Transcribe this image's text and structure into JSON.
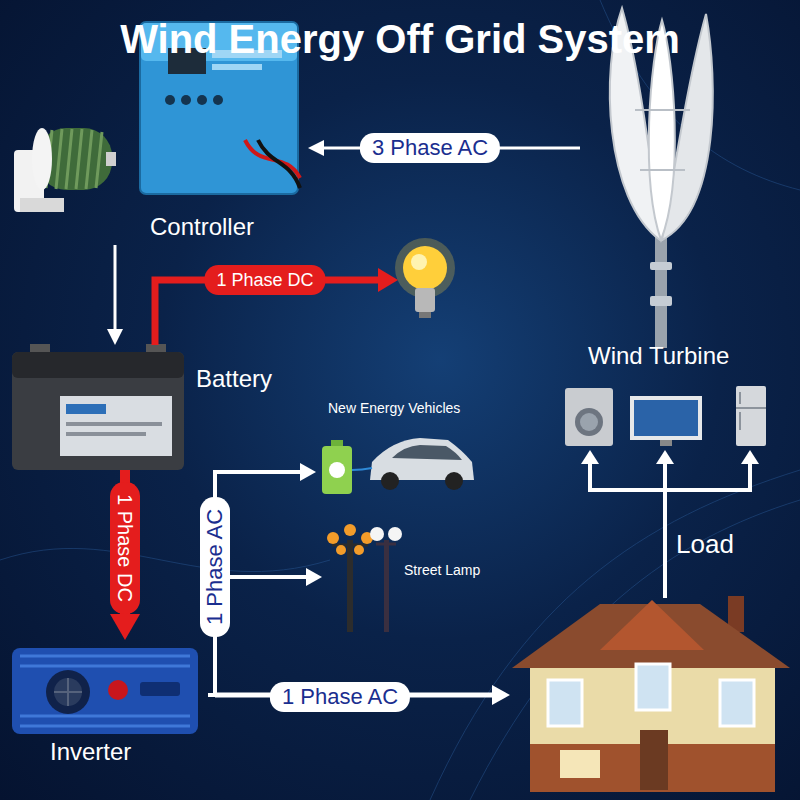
{
  "diagram": {
    "title": "Wind Energy Off Grid System",
    "nodes": [
      {
        "text": [
          "Controller"
        ]
      },
      {
        "text": [
          "Wind Turbine"
        ]
      },
      {
        "text": [
          "Battery"
        ]
      },
      {
        "text": [
          "New Energy Vehicles"
        ]
      },
      {
        "text": [
          "Street Lamp"
        ]
      },
      {
        "text": [
          "Inverter"
        ]
      }
    ],
    "edges": [
      {
        "from": 1,
        "to": 0,
        "arrow": "to",
        "label": "3 Phase AC"
      },
      {
        "from": 0,
        "to": 2,
        "arrow": "to"
      },
      {
        "from": 2,
        "to": 5,
        "arrow": "to",
        "label": "1 Phase DC"
      },
      {
        "from": 5,
        "to": 3,
        "arrow": "to",
        "label": "1 Phase AC"
      },
      {
        "from": 5,
        "to": 4,
        "arrow": "to"
      }
    ],
    "labels": [
      "1 Phase DC",
      "1 Phase AC",
      "Load"
    ]
  }
}
